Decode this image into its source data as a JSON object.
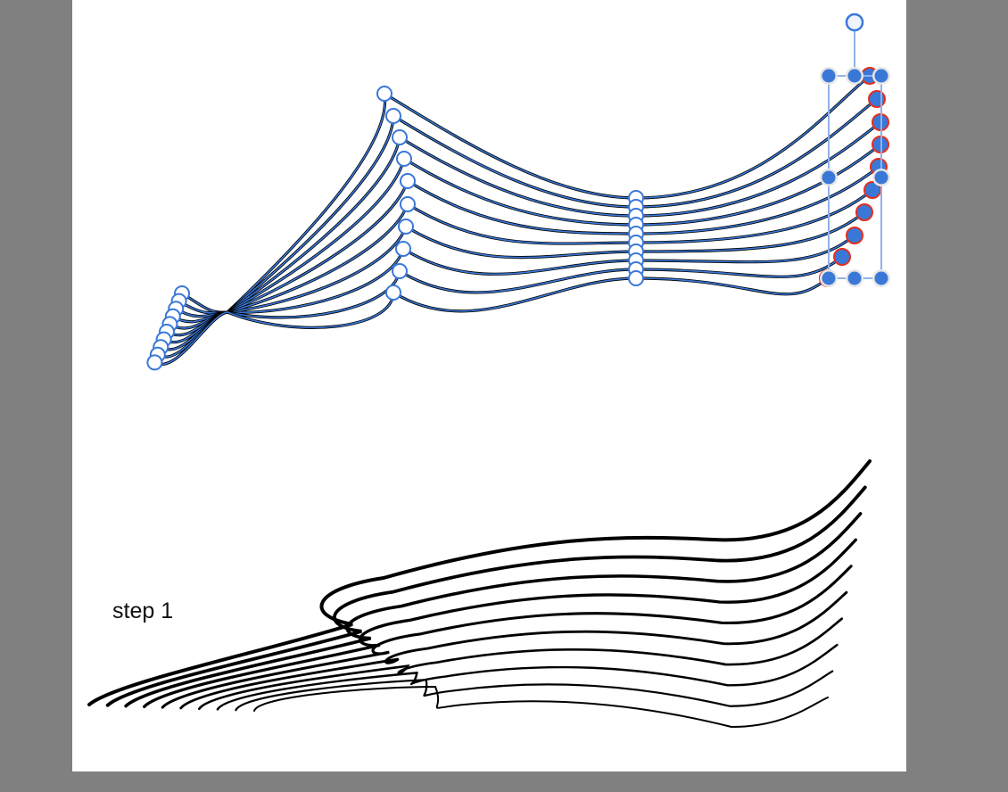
{
  "canvas": {
    "background_color": "#808080",
    "artboard_color": "#ffffff",
    "annotation": "step 1"
  },
  "colors": {
    "selection": "#3a78d8",
    "selected_anchor_outline": "#e03020",
    "stroke": "#000000"
  },
  "selection": {
    "selected_paths": 10,
    "tool": "bounding-box-transform"
  },
  "result_paths": {
    "count": 10
  }
}
